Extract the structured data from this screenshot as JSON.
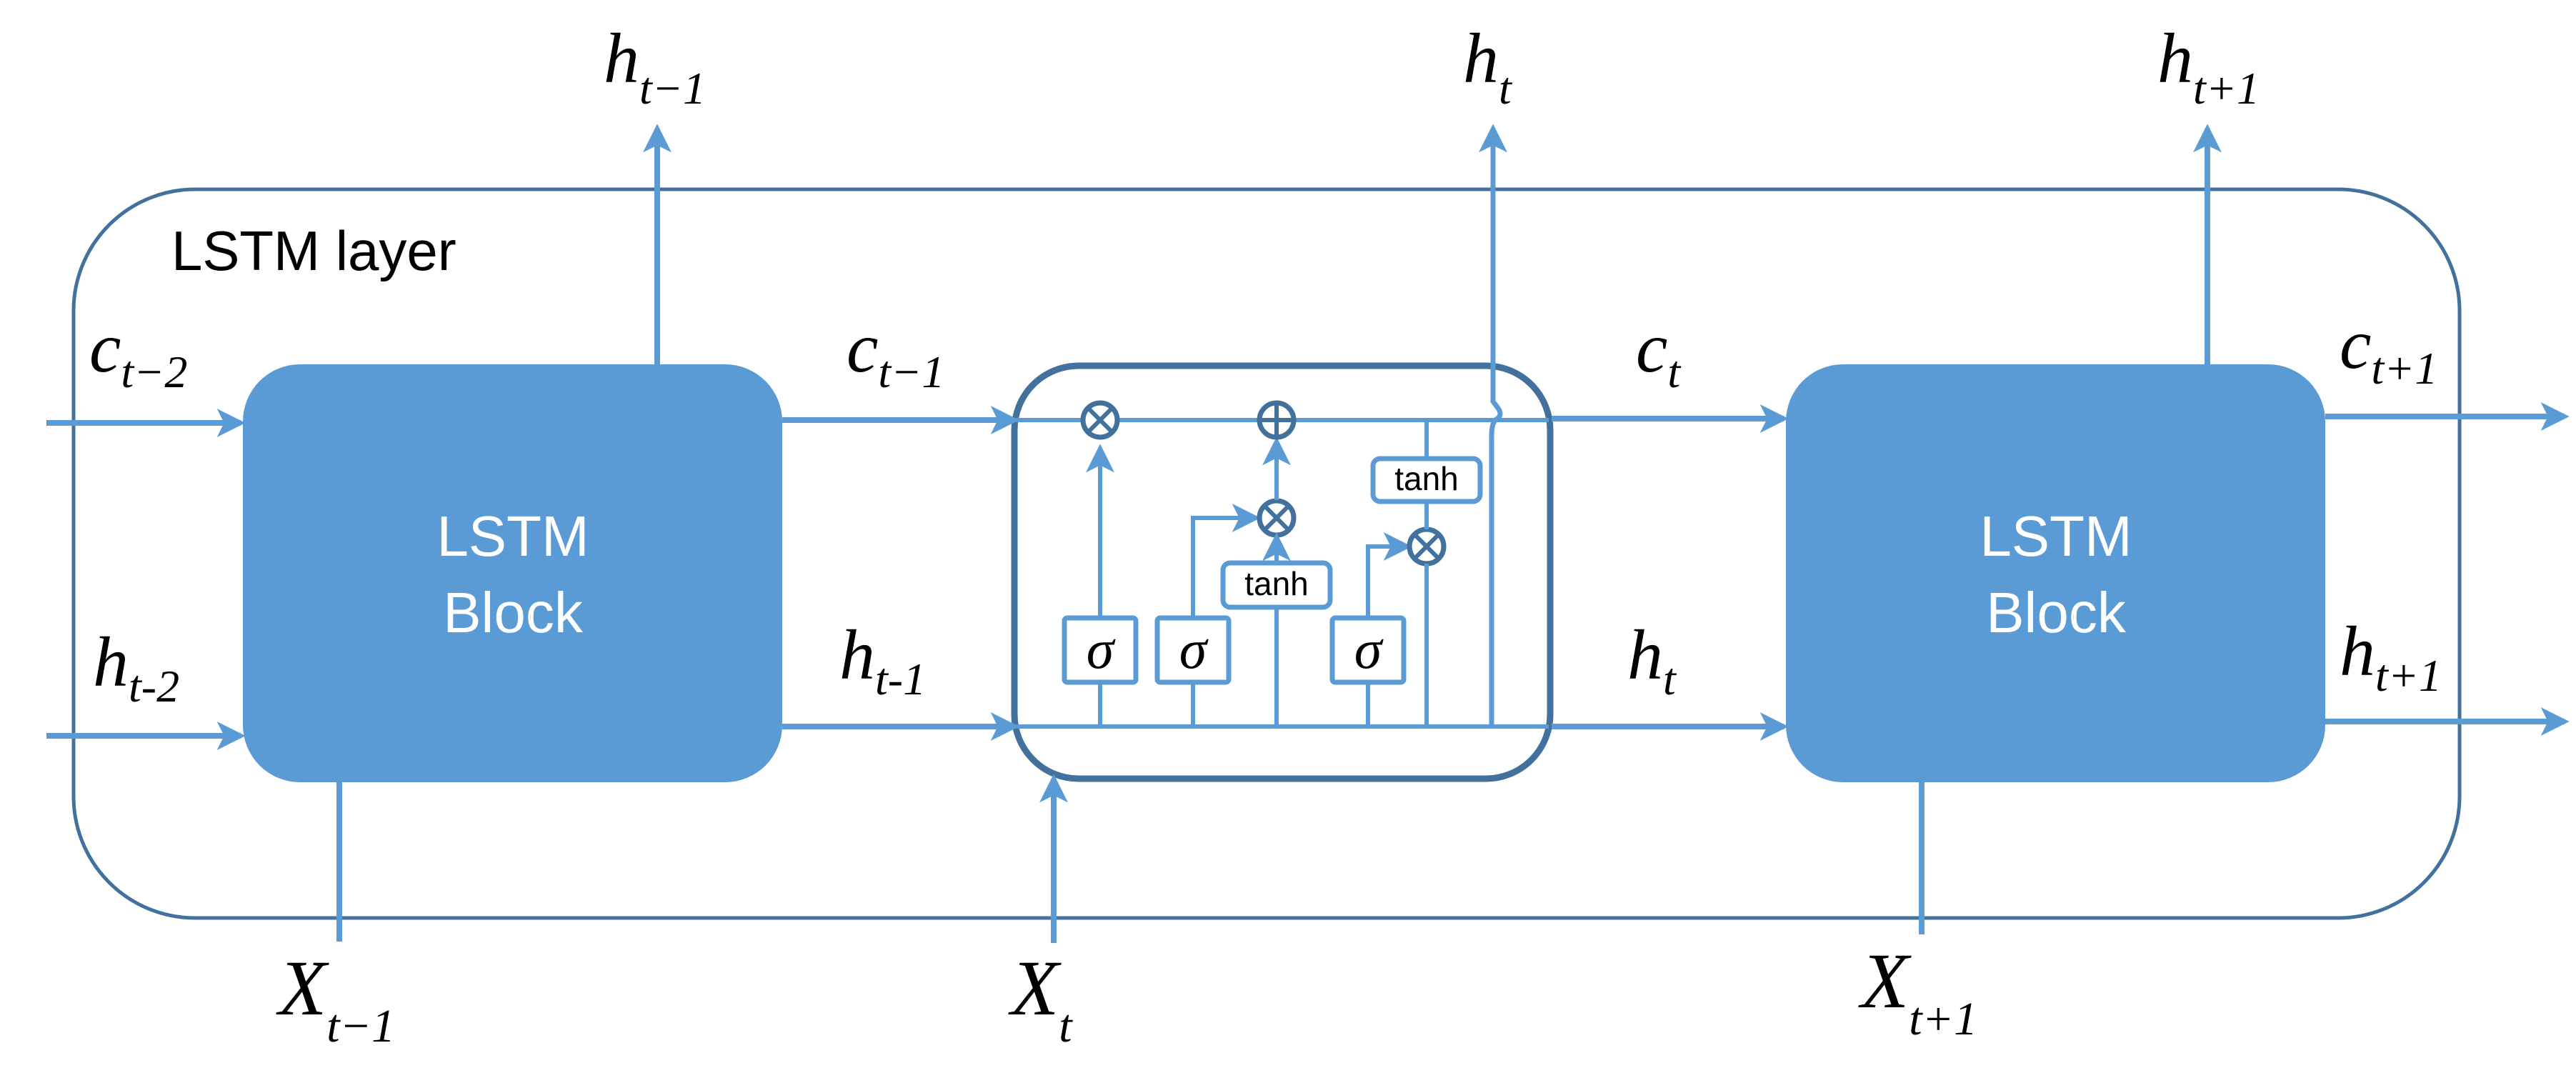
{
  "colors": {
    "accent": "#5b9bd5",
    "frame": "#41719c",
    "block_fill": "#5b9bd5",
    "block_text": "#ffffff",
    "text": "#000000"
  },
  "layer": {
    "label": "LSTM layer"
  },
  "blocks": [
    {
      "line1": "LSTM",
      "line2": "Block"
    },
    {
      "line1": "LSTM",
      "line2": "Block"
    }
  ],
  "gates": {
    "sigma": "σ",
    "tanh": "tanh"
  },
  "labels": {
    "top": [
      {
        "base": "h",
        "sub": "t−1"
      },
      {
        "base": "h",
        "sub": "t"
      },
      {
        "base": "h",
        "sub": "t+1"
      }
    ],
    "left_c": {
      "base": "c",
      "sub": "t−2"
    },
    "left_h": {
      "base": "h",
      "sub": "t-2"
    },
    "mid_c_left": {
      "base": "c",
      "sub": "t−1"
    },
    "mid_h_left": {
      "base": "h",
      "sub": "t-1"
    },
    "mid_c_right": {
      "base": "c",
      "sub": "t"
    },
    "mid_h_right": {
      "base": "h",
      "sub": "t"
    },
    "right_c": {
      "base": "c",
      "sub": "t+1"
    },
    "right_h": {
      "base": "h",
      "sub": "t+1"
    },
    "bottom": [
      {
        "base": "X",
        "sub": "t−1"
      },
      {
        "base": "X",
        "sub": "t"
      },
      {
        "base": "X",
        "sub": "t+1"
      }
    ]
  }
}
